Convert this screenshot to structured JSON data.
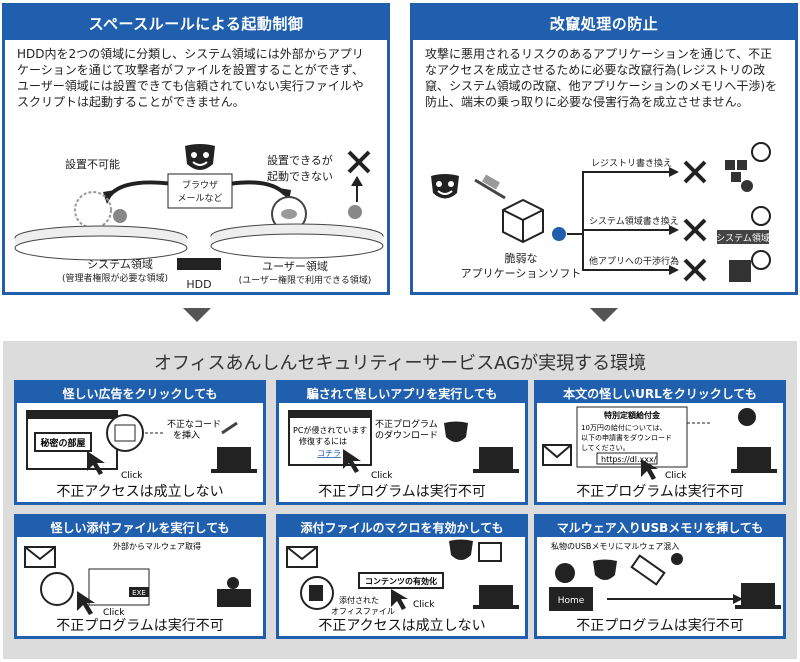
{
  "top_left": {
    "title": "スペースルールによる起動制御",
    "description": "HDD内を2つの領域に分類し、システム領域には外部からアプリケーションを通じて攻撃者がファイルを設置することができず、ユーザー領域には設置できても信頼されていない実行ファイルやスクリプトは起動することができません。",
    "cannot_place": "設置不可能",
    "can_place_1": "設置できるが",
    "can_place_2": "起動できない",
    "browser_1": "ブラウザ",
    "browser_2": "メールなど",
    "system_area": "システム領域",
    "system_area_note": "(管理者権限が必要な領域)",
    "user_area": "ユーザー領域",
    "user_area_note": "(ユーザー権限で利用できる領域)",
    "hdd": "HDD"
  },
  "top_right": {
    "title": "改竄処理の防止",
    "description": "攻撃に悪用されるリスクのあるアプリケーションを通じて、不正なアクセスを成立させるために必要な改竄行為(レジストリの改竄、システム領域の改竄、他アプリケーションのメモリへ干渉)を防止、端末の乗っ取りに必要な侵害行為を成立させません。",
    "registry": "レジストリ書き換え",
    "system_rewrite": "システム領域書き換え",
    "memory": "他アプリへの干渉行為",
    "system_box": "システム領域",
    "vulnerable_1": "脆弱な",
    "vulnerable_2": "アプリケーションソフト"
  },
  "bottom": {
    "title": "オフィスあんしんセキュリティーサービスAGが実現する環境",
    "cards": [
      {
        "title": "怪しい広告をクリックしても",
        "result": "不正アクセスは成立しない",
        "ad_label": "秘密の部屋",
        "note_1": "不正なコード",
        "note_2": "を挿入",
        "click": "Click"
      },
      {
        "title": "騙されて怪しいアプリを実行しても",
        "result": "不正プログラムは実行不可",
        "popup_1": "PCが侵されています",
        "popup_2": "修復するには",
        "popup_link": "コチラ",
        "note_1": "不正プログラム",
        "note_2": "のダウンロード",
        "click": "Click"
      },
      {
        "title": "本文の怪しいURLをクリックしても",
        "result": "不正プログラムは実行不可",
        "mail_title": "特別定額給付金",
        "mail_1": "10万円の給付については、",
        "mail_2": "以下の申請書をダウンロード",
        "mail_3": "してください。",
        "url": "https://dl.xxx/",
        "click": "Click"
      },
      {
        "title": "怪しい添付ファイルを実行しても",
        "result": "不正プログラムは実行不可",
        "note": "外部からマルウェア取得",
        "exe": "EXE",
        "click": "Click"
      },
      {
        "title": "添付ファイルのマクロを有効かしても",
        "result": "不正アクセスは成立しない",
        "macro": "コンテンツの有効化",
        "file_1": "添付された",
        "file_2": "オフィスファイル",
        "click": "Click"
      },
      {
        "title": "マルウェア入りUSBメモリを挿しても",
        "result": "不正プログラムは実行不可",
        "note": "私物のUSBメモリにマルウェア混入",
        "home": "Home"
      }
    ]
  },
  "colors": {
    "accent": "#1f5fae",
    "gray_band": "#dcdcdc",
    "arrow": "#555555"
  }
}
